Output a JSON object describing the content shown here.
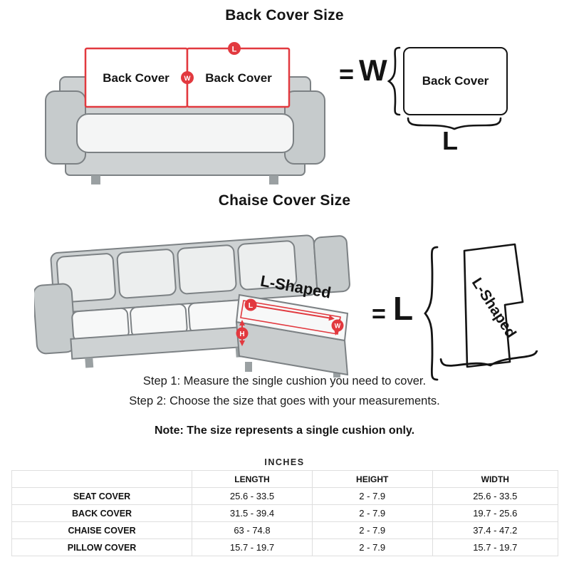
{
  "accent_red": "#e2393f",
  "back_section": {
    "title": "Back Cover Size",
    "left_cushion_label": "Back Cover",
    "right_cushion_label": "Back Cover",
    "badge_l": "L",
    "badge_w": "W",
    "equation": {
      "equals": "=",
      "dim": "W",
      "box_label": "Back Cover",
      "under_label": "L"
    }
  },
  "chaise_section": {
    "title": "Chaise Cover Size",
    "arrow_label": "L-Shaped",
    "badge_l": "L",
    "badge_w": "W",
    "badge_h": "H",
    "equation": {
      "equals": "=",
      "dim": "L",
      "shape_label": "L-Shaped"
    }
  },
  "steps": {
    "step1": "Step 1: Measure the single cushion you need to cover.",
    "step2": "Step 2: Choose the size that goes with your measurements.",
    "note": "Note: The size represents a single cushion only."
  },
  "size_table": {
    "units_label": "INCHES",
    "columns": [
      "",
      "LENGTH",
      "HEIGHT",
      "WIDTH"
    ],
    "rows": [
      {
        "label": "SEAT COVER",
        "length": "25.6 - 33.5",
        "height": "2 - 7.9",
        "width": "25.6 - 33.5"
      },
      {
        "label": "BACK COVER",
        "length": "31.5 - 39.4",
        "height": "2 - 7.9",
        "width": "19.7 - 25.6"
      },
      {
        "label": "CHAISE COVER",
        "length": "63 - 74.8",
        "height": "2 - 7.9",
        "width": "37.4 - 47.2"
      },
      {
        "label": "PILLOW COVER",
        "length": "15.7 - 19.7",
        "height": "2 - 7.9",
        "width": "15.7 - 19.7"
      }
    ]
  }
}
